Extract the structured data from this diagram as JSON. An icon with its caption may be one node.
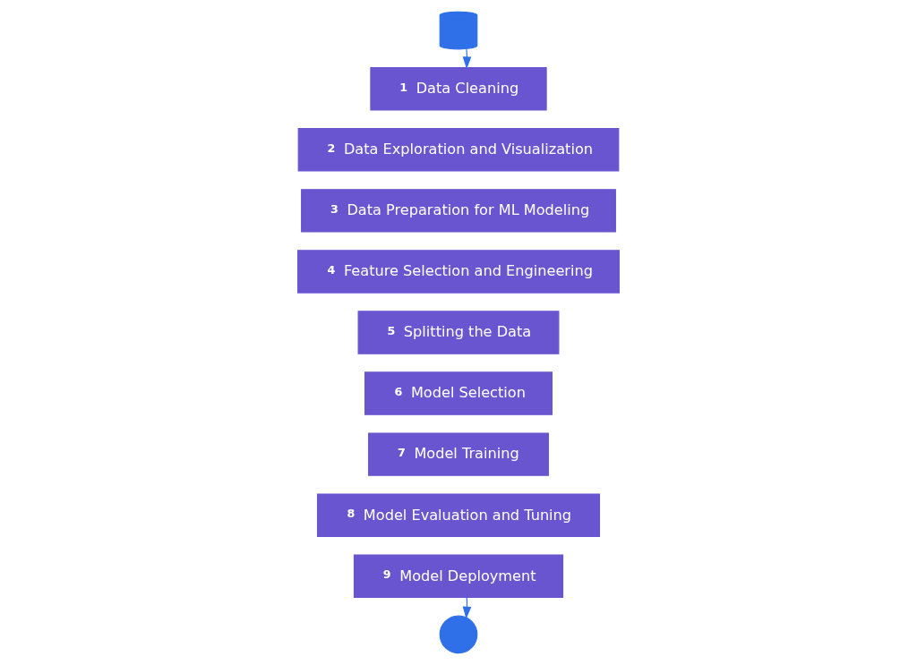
{
  "diagram": {
    "nodes": [
      {
        "text": [],
        "shape": "cylinder"
      },
      {
        "text": [
          "1",
          "Data Cleaning"
        ]
      },
      {
        "text": [
          "2",
          "Data Exploration and Visualization"
        ]
      },
      {
        "text": [
          "3",
          "Data Preparation for ML Modeling"
        ]
      },
      {
        "text": [
          "4",
          "Feature Selection and Engineering"
        ]
      },
      {
        "text": [
          "5",
          "Splitting the Data"
        ]
      },
      {
        "text": [
          "6",
          "Model Selection"
        ]
      },
      {
        "text": [
          "7",
          "Model Training"
        ]
      },
      {
        "text": [
          "8",
          "Model Evaluation and Tuning"
        ]
      },
      {
        "text": [
          "9",
          "Model Deployment"
        ]
      },
      {
        "text": [],
        "shape": "circle"
      }
    ],
    "edges": [
      {
        "from": 0,
        "to": 1,
        "arrow": "to"
      },
      {
        "from": 9,
        "to": 10,
        "arrow": "to"
      }
    ]
  }
}
